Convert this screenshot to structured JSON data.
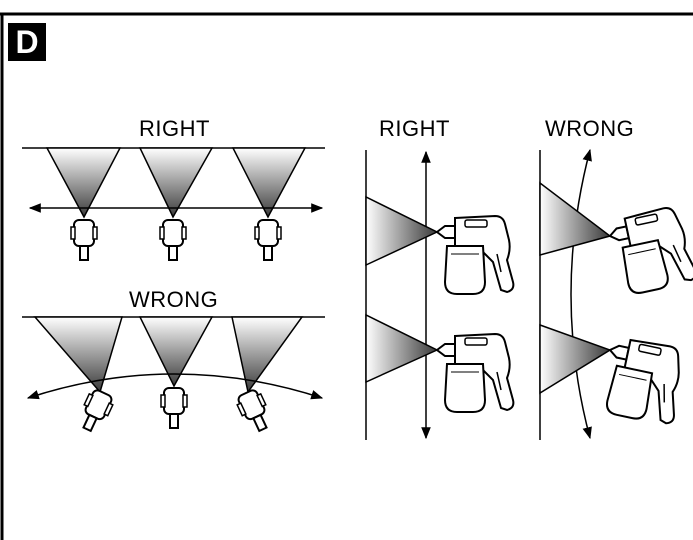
{
  "panel": {
    "letter": "D"
  },
  "labels": {
    "horizontal_right": "RIGHT",
    "horizontal_wrong": "WRONG",
    "vertical_right": "RIGHT",
    "vertical_wrong": "WRONG"
  },
  "colors": {
    "ink": "#000000",
    "paper": "#ffffff",
    "spray_dark": "#3a3a3a"
  }
}
